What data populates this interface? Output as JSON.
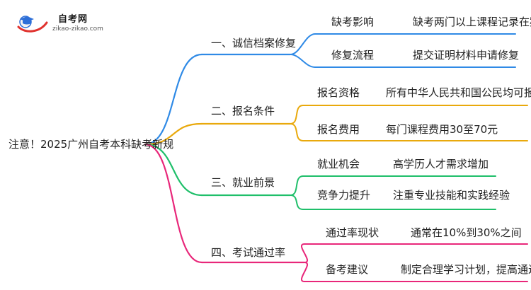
{
  "logo": {
    "title": "自考网",
    "subtitle": "zikao-zikao.com",
    "colors": {
      "cap": "#2d6fd8",
      "swoosh": "#e0322e"
    }
  },
  "root": "注意！2025广州自考本科缺考新规",
  "branches": [
    {
      "label": "一、诚信档案修复",
      "color": "#2f8ae6",
      "items": [
        {
          "key": "缺考影响",
          "value": "缺考两门以上课程记录在案"
        },
        {
          "key": "修复流程",
          "value": "提交证明材料申请修复"
        }
      ]
    },
    {
      "label": "二、报名条件",
      "color": "#e9a90c",
      "items": [
        {
          "key": "报名资格",
          "value": "所有中华人民共和国公民均可报名"
        },
        {
          "key": "报名费用",
          "value": "每门课程费用30至70元"
        }
      ]
    },
    {
      "label": "三、就业前景",
      "color": "#1fbf6a",
      "items": [
        {
          "key": "就业机会",
          "value": "高学历人才需求增加"
        },
        {
          "key": "竞争力提升",
          "value": "注重专业技能和实践经验"
        }
      ]
    },
    {
      "label": "四、考试通过率",
      "color": "#e8277a",
      "items": [
        {
          "key": "通过率现状",
          "value": "通常在10%到30%之间"
        },
        {
          "key": "备考建议",
          "value": "制定合理学习计划，提高通过率"
        }
      ]
    }
  ]
}
